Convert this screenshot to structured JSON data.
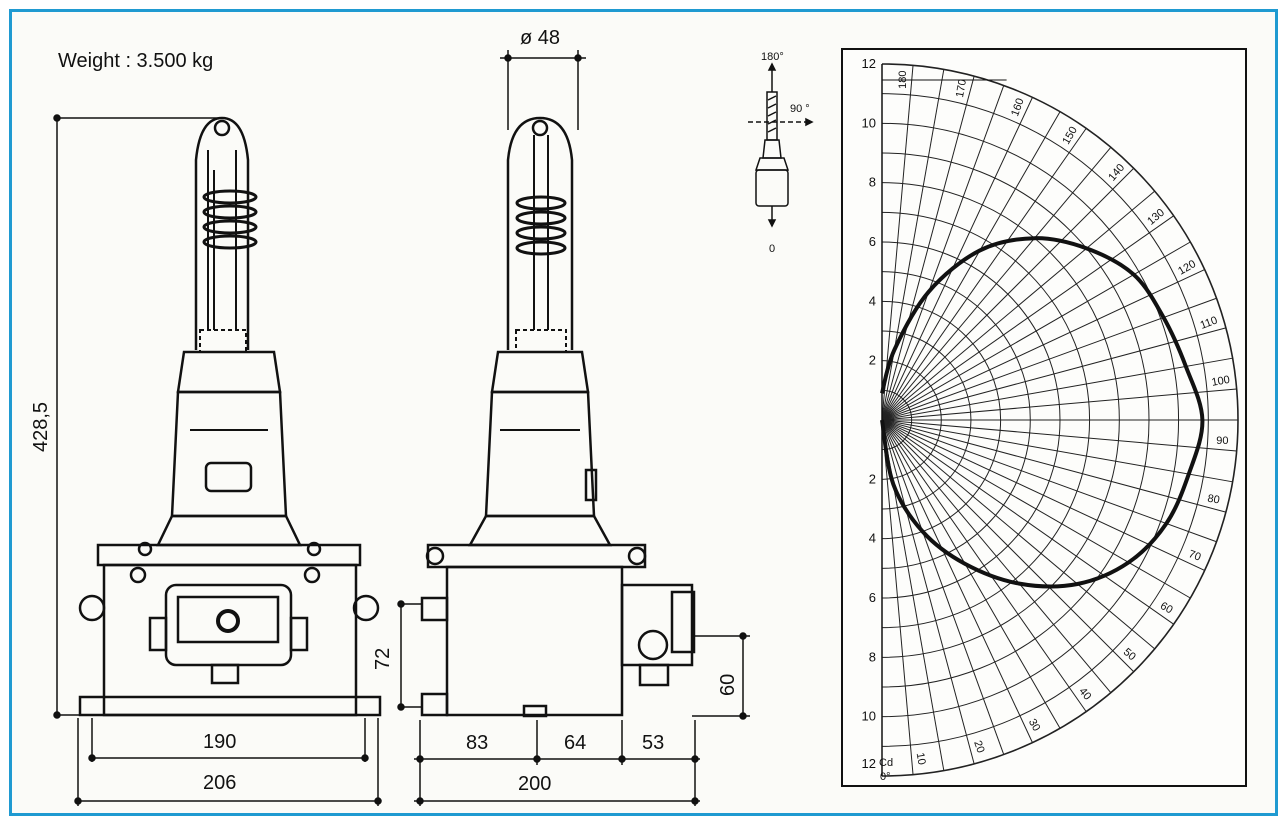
{
  "weight_label": "Weight : 3.500 kg",
  "dimensions": {
    "height": "428,5",
    "diameter": "ø 48",
    "box_height": "72",
    "front_base_inner": "190",
    "front_base_outer": "206",
    "side_a": "83",
    "side_b": "64",
    "side_c": "53",
    "side_total": "200",
    "cable_gland_height": "60"
  },
  "orientation_icon": {
    "top": "180°",
    "right": "90 °",
    "bottom": "0"
  },
  "polar_chart": {
    "y_ticks_upper": [
      "12",
      "10",
      "8",
      "6",
      "4",
      "2"
    ],
    "y_ticks_lower": [
      "2",
      "4",
      "6",
      "8",
      "10",
      "12"
    ],
    "unit_label": "Cd",
    "origin_angle_label": "0°",
    "angle_labels": [
      "180",
      "170",
      "160",
      "150",
      "140",
      "130",
      "120",
      "110",
      "100",
      "90",
      "80",
      "70",
      "60",
      "50",
      "40",
      "30",
      "20",
      "10"
    ]
  },
  "chart_data": {
    "type": "polar",
    "unit": "Cd",
    "angles_deg": [
      0,
      10,
      20,
      30,
      40,
      50,
      60,
      70,
      80,
      90,
      100,
      110,
      120,
      130,
      140,
      150,
      160,
      170,
      180
    ],
    "intensity_cd": [
      0,
      2.2,
      4.0,
      5.6,
      7.2,
      8.6,
      9.6,
      10.2,
      10.5,
      10.8,
      10.4,
      10.1,
      9.8,
      9.0,
      8.0,
      6.6,
      4.6,
      2.4,
      0.9
    ],
    "rlim": [
      0,
      12
    ]
  }
}
